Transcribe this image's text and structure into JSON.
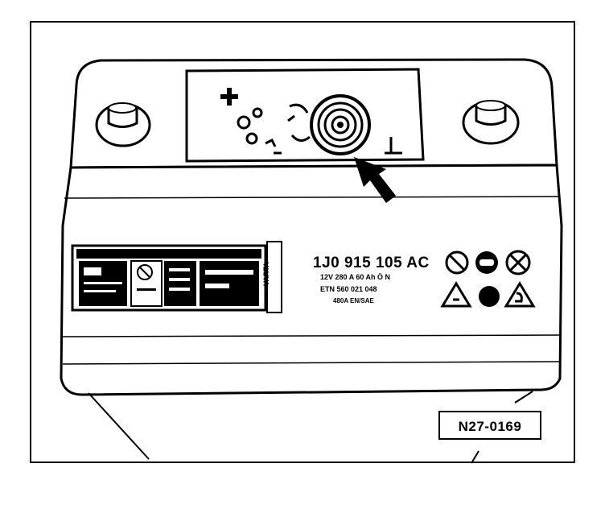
{
  "labels": {
    "plus_symbol": "+",
    "part_number": "1J0 915 105 AC",
    "spec_line": "12V 280 A 60 Ah Ö N",
    "etn_line": "ETN 560 021 048",
    "cert_line": "480A EN/SAE",
    "figure_ref": "N27-0169",
    "brand_vertical": "VARTA"
  },
  "icons": {
    "callout": "arrow-icon",
    "warnings": [
      "no-smoking-icon",
      "goggles-icon",
      "no-flame-icon",
      "acid-triangle-icon",
      "dot-icon",
      "recycle-triangle-icon"
    ]
  }
}
